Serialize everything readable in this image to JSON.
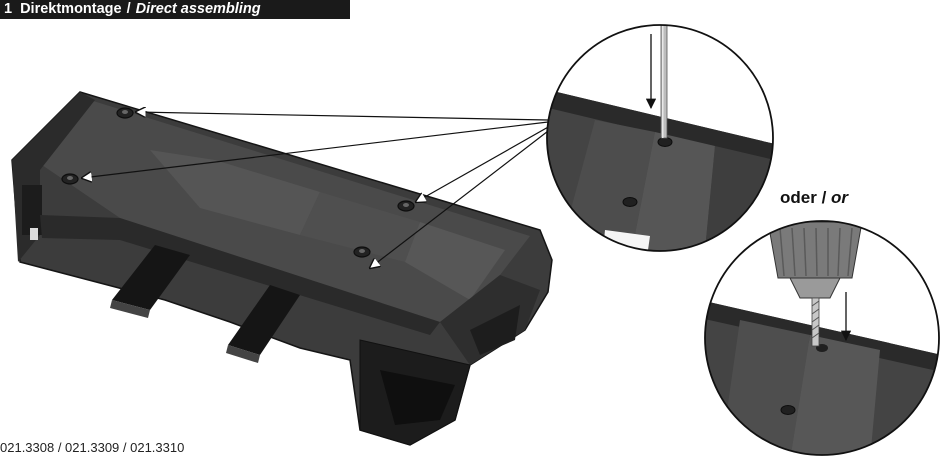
{
  "title": {
    "number": "1",
    "german": "Direktmontage",
    "separator": "/",
    "english": "Direct assembling"
  },
  "or_label": {
    "german": "oder",
    "separator": "/",
    "english": "or"
  },
  "part_numbers": "021.3308 / 021.3309 / 021.3310",
  "colors": {
    "title_background": "#1a1a1a",
    "title_text": "#ffffff",
    "part_body": "#3c3c3c",
    "part_dark": "#1f1f1f",
    "part_light": "#5a5a5a"
  }
}
